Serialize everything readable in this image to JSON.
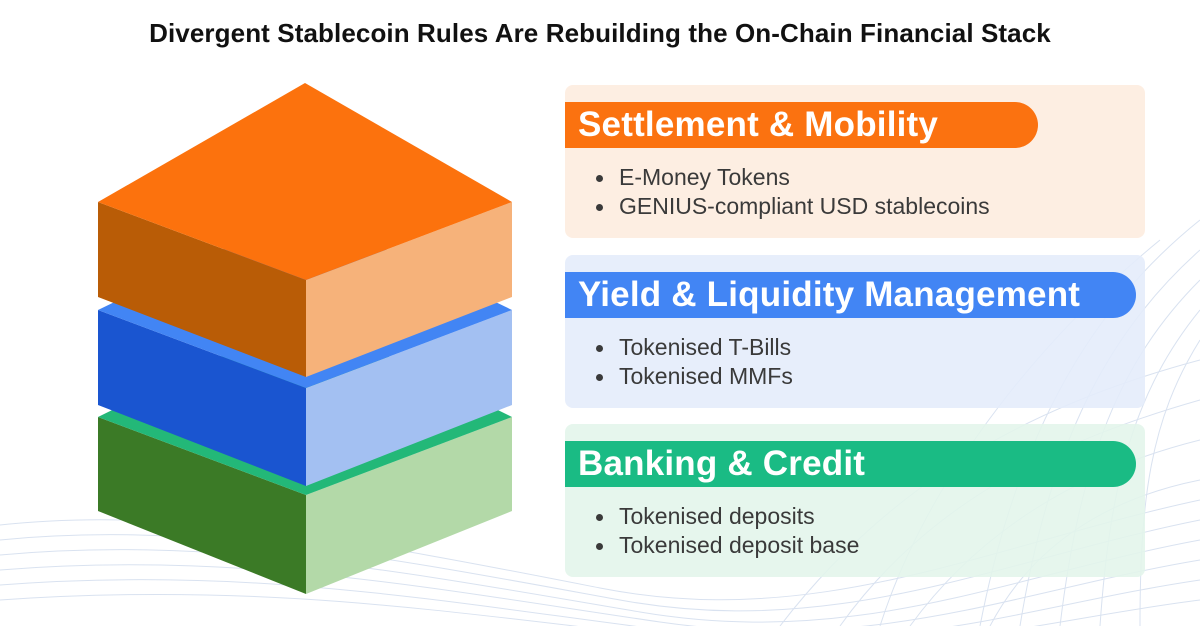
{
  "title": "Divergent Stablecoin Rules Are Rebuilding the On-Chain Financial Stack",
  "colors": {
    "orange": "#fb7210",
    "blue": "#4285f4",
    "green": "#1abb84"
  },
  "layers": [
    {
      "heading": "Settlement & Mobility",
      "color": "#fb7210",
      "items": [
        "E-Money Tokens",
        "GENIUS-compliant USD stablecoins"
      ]
    },
    {
      "heading": "Yield & Liquidity Management",
      "color": "#4285f4",
      "items": [
        "Tokenised T-Bills",
        "Tokenised MMFs"
      ]
    },
    {
      "heading": "Banking & Credit",
      "color": "#1abb84",
      "items": [
        "Tokenised deposits",
        "Tokenised deposit base"
      ]
    }
  ]
}
